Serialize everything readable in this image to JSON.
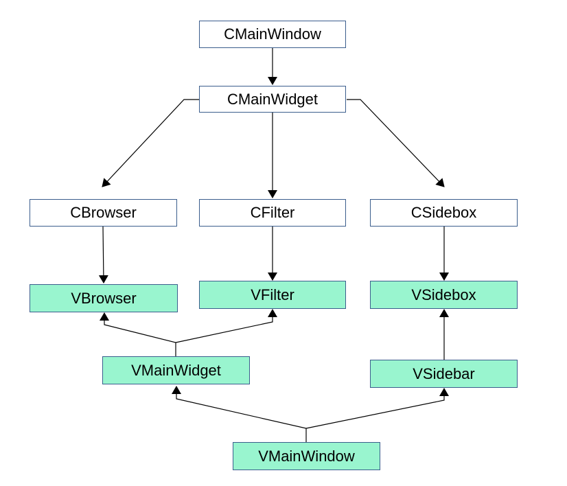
{
  "diagram": {
    "colors": {
      "controller_fill": "#ffffff",
      "view_fill": "#99f5cf",
      "border": "#3a5d8c",
      "edge": "#000000"
    },
    "nodes": {
      "c_main_window": "CMainWindow",
      "c_main_widget": "CMainWidget",
      "c_browser": "CBrowser",
      "c_filter": "CFilter",
      "c_sidebox": "CSidebox",
      "v_browser": "VBrowser",
      "v_filter": "VFilter",
      "v_sidebox": "VSidebox",
      "v_main_widget": "VMainWidget",
      "v_sidebar": "VSidebar",
      "v_main_window": "VMainWindow"
    },
    "edges": [
      {
        "from": "CMainWindow",
        "to": "CMainWidget"
      },
      {
        "from": "CMainWidget",
        "to": "CBrowser"
      },
      {
        "from": "CMainWidget",
        "to": "CFilter"
      },
      {
        "from": "CMainWidget",
        "to": "CSidebox"
      },
      {
        "from": "CBrowser",
        "to": "VBrowser"
      },
      {
        "from": "CFilter",
        "to": "VFilter"
      },
      {
        "from": "CSidebox",
        "to": "VSidebox"
      },
      {
        "from": "VMainWidget",
        "to": "VBrowser"
      },
      {
        "from": "VMainWidget",
        "to": "VFilter"
      },
      {
        "from": "VSidebar",
        "to": "VSidebox"
      },
      {
        "from": "VMainWindow",
        "to": "VMainWidget"
      },
      {
        "from": "VMainWindow",
        "to": "VSidebar"
      }
    ]
  }
}
